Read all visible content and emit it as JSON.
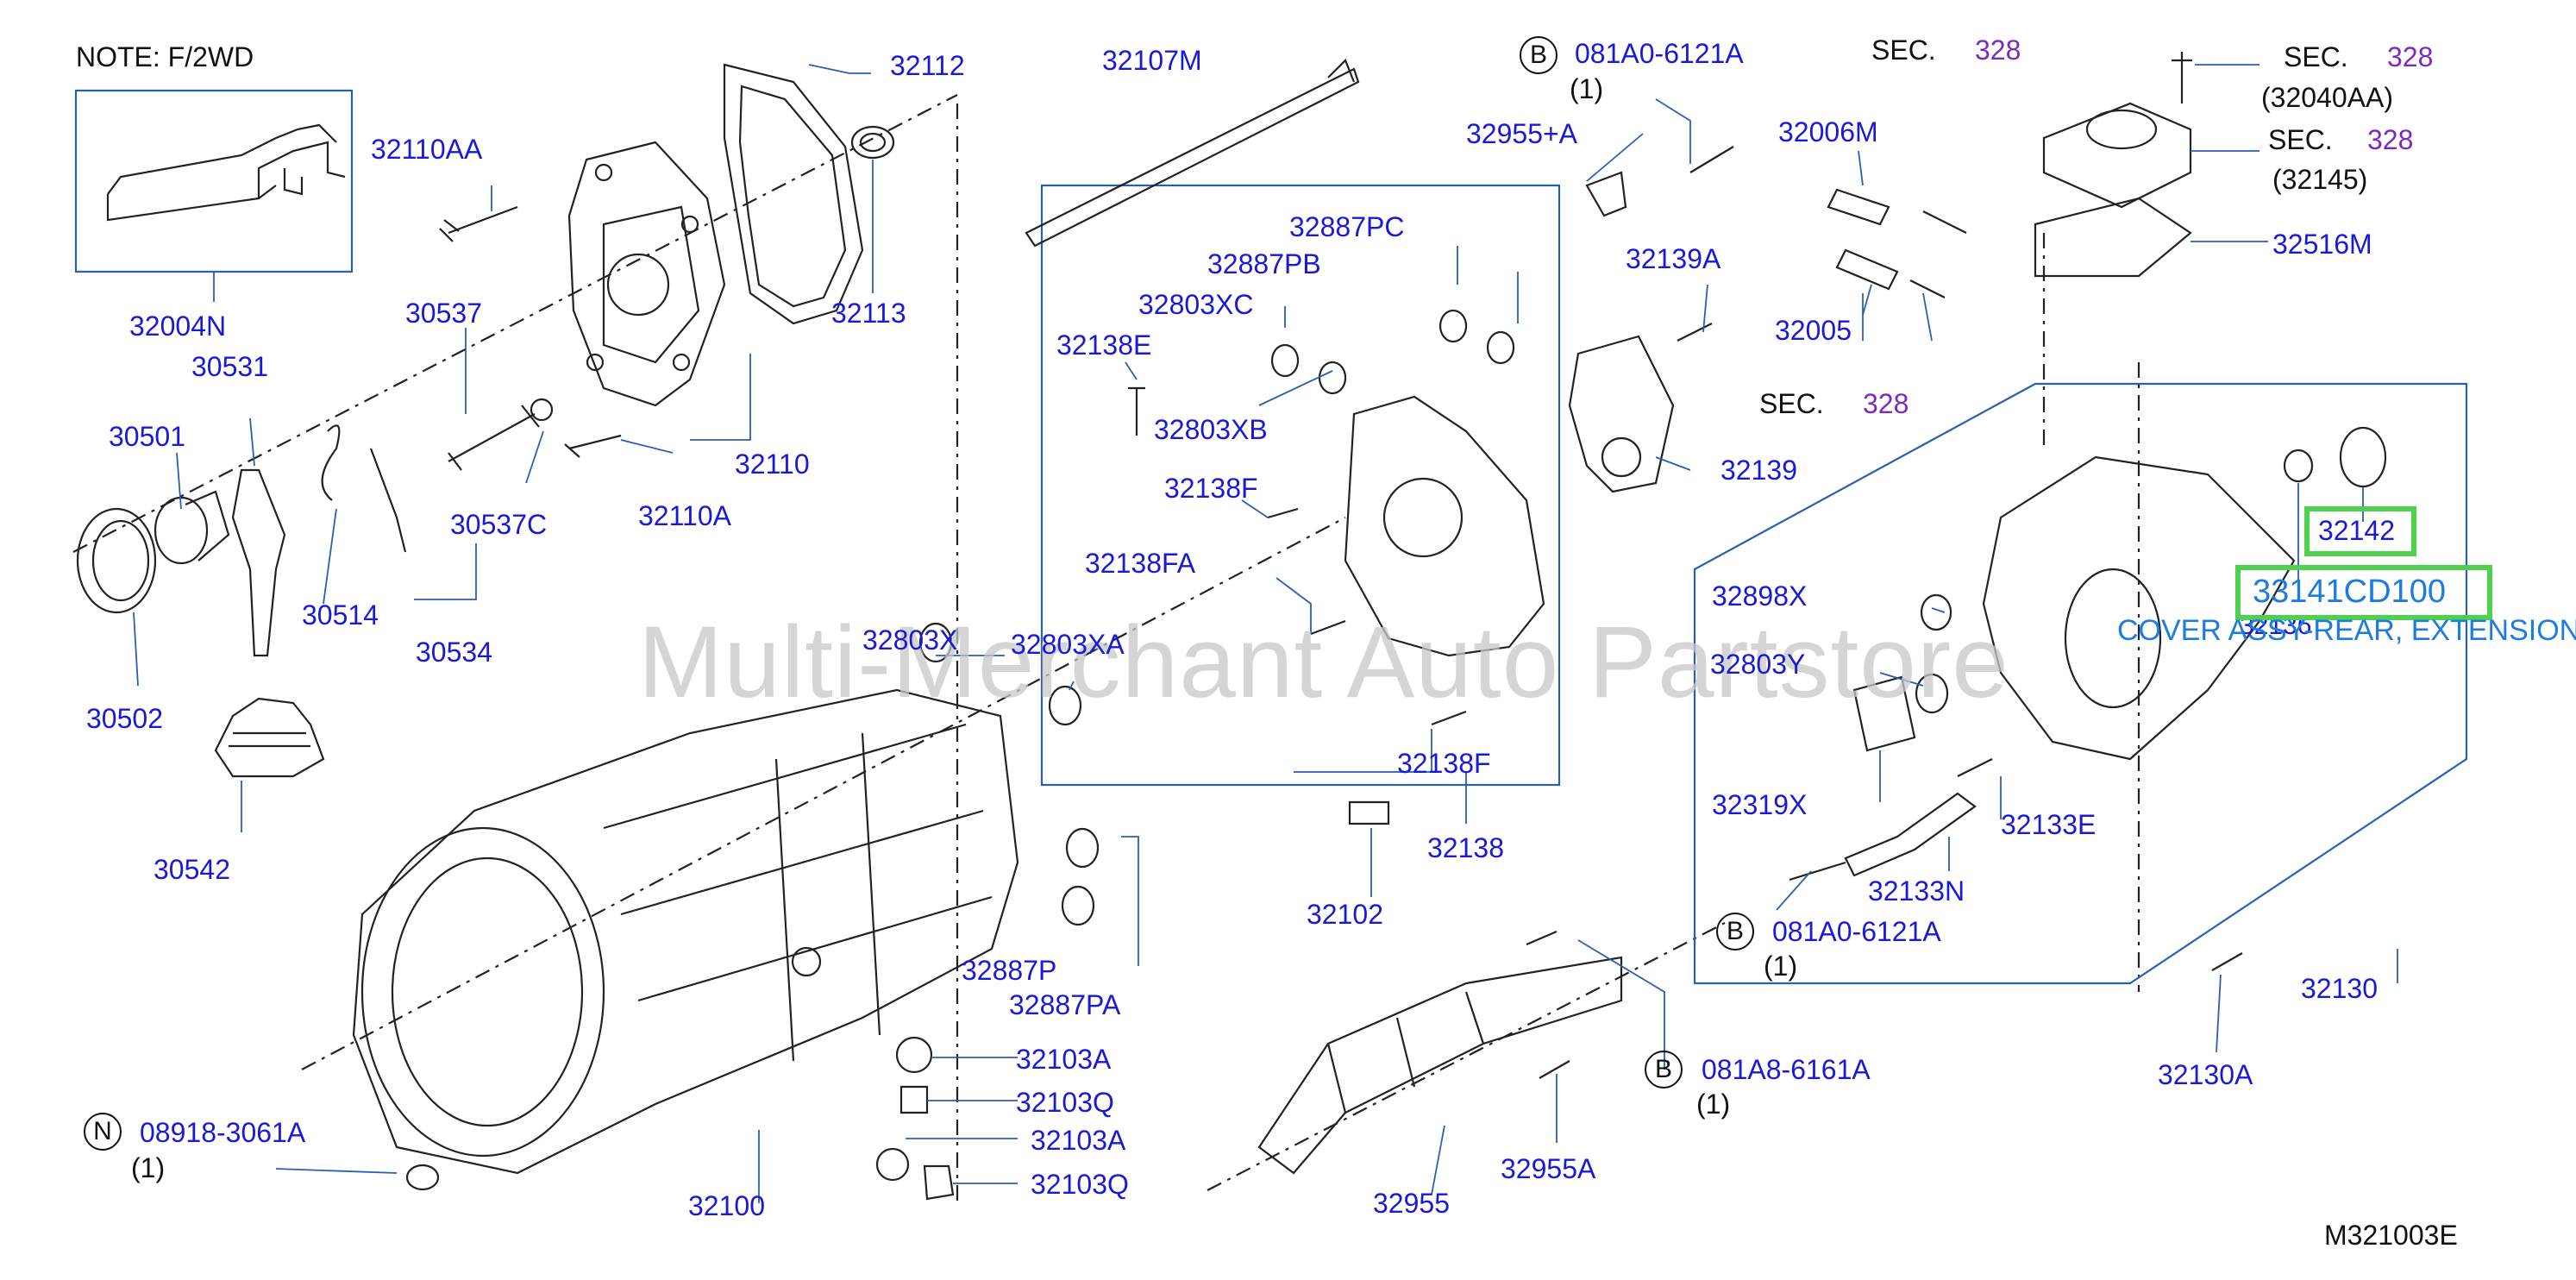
{
  "note": "NOTE:   F/2WD",
  "diagram_code": "M321003E",
  "watermark": "Multi-Merchant Auto Partstore",
  "tooltip": "COVER ASSY-REAR, EXTENSION",
  "highlight_color": "#4fd14f",
  "labels": {
    "p32004N": "32004N",
    "p32110AA": "32110AA",
    "p32112": "32112",
    "p32113": "32113",
    "p32110": "32110",
    "p32110A": "32110A",
    "p30537": "30537",
    "p30537C": "30537C",
    "p30531": "30531",
    "p30501": "30501",
    "p30514": "30514",
    "p30534": "30534",
    "p30502": "30502",
    "p30542": "30542",
    "p32107M": "32107M",
    "p32887PC": "32887PC",
    "p32887PB": "32887PB",
    "p32803XC": "32803XC",
    "p32138E": "32138E",
    "p32803XB": "32803XB",
    "p32138F_a": "32138F",
    "p32138FA": "32138FA",
    "p32138F_b": "32138F",
    "p32138": "32138",
    "p32102": "32102",
    "p32803X": "32803X",
    "p32803XA": "32803XA",
    "p32887P": "32887P",
    "p32887PA": "32887PA",
    "p32103A_a": "32103A",
    "p32103Q_a": "32103Q",
    "p32103A_b": "32103A",
    "p32103Q_b": "32103Q",
    "p32100": "32100",
    "p08918": "08918-3061A",
    "p08918_qty": "(1)",
    "p081A0_top": "081A0-6121A",
    "p081A0_top_qty": "(1)",
    "p32955A_plus": "32955+A",
    "p32139A": "32139A",
    "p32139": "32139",
    "p32006M": "32006M",
    "p32005": "32005",
    "p32040AA": "(32040AA)",
    "p32145": "(32145)",
    "p32516M": "32516M",
    "p32142": "32142",
    "p33141CD100": "33141CD100",
    "p32136": "32136",
    "p32898X": "32898X",
    "p32803Y": "32803Y",
    "p32319X": "32319X",
    "p32133E": "32133E",
    "p32133N": "32133N",
    "p081A0_bot": "081A0-6121A",
    "p081A0_bot_qty": "(1)",
    "p32130": "32130",
    "p32130A": "32130A",
    "p32955": "32955",
    "p32955A": "32955A",
    "p081A8": "081A8-6161A",
    "p081A8_qty": "(1)"
  },
  "sec_refs": {
    "sec_label": "SEC.",
    "sec_num": "328"
  },
  "callout_letters": {
    "b": "B",
    "n": "N"
  }
}
